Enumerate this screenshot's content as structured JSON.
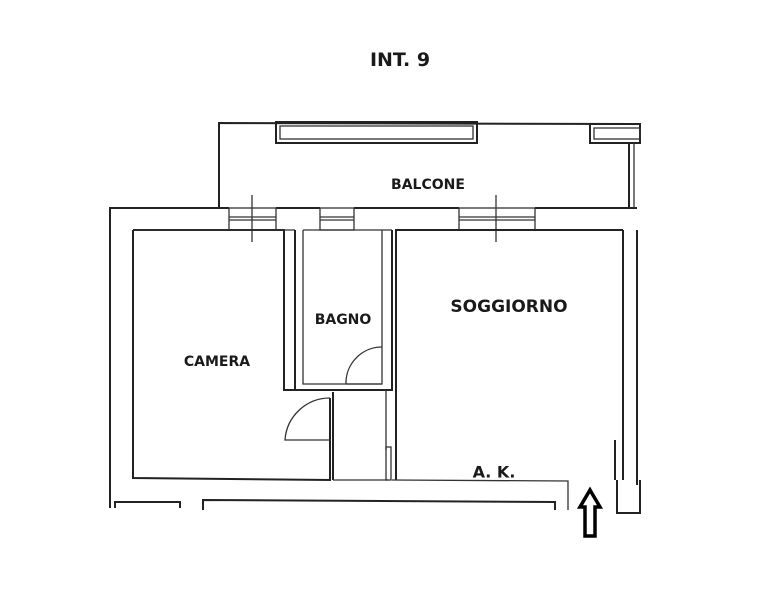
{
  "title": "INT. 9",
  "rooms": {
    "balcone": "BALCONE",
    "bagno": "BAGNO",
    "soggiorno": "SOGGIORNO",
    "camera": "CAMERA",
    "ak": "A. K."
  },
  "icons": {
    "entrance": "up-arrow-icon"
  }
}
